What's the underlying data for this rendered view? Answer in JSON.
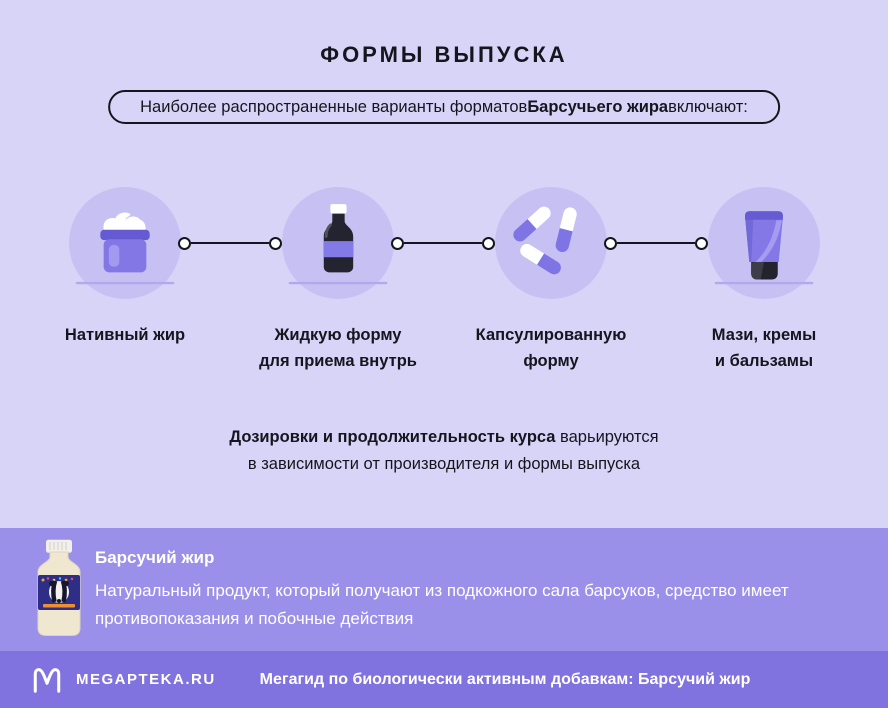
{
  "theme": {
    "page-bg": "#d8d4f7",
    "circle-bg": "#c7c1f3",
    "icon-purple": "#8177e5",
    "icon-purple-dark": "#655ad2",
    "icon-purple-light": "#a29af0",
    "icon-dark": "#232430",
    "text-dark": "#15151e",
    "band-bg": "#9b90e9",
    "footer-bg": "#8173df",
    "white": "#ffffff"
  },
  "header": {
    "title": "ФОРМЫ ВЫПУСКА"
  },
  "intro": {
    "prefix": "Наиболее распространенные варианты форматов ",
    "bold": "Барсучьего жира",
    "suffix": " включают:"
  },
  "forms": [
    {
      "icon": "cream-jar-icon",
      "line1": "Нативный жир",
      "line2": ""
    },
    {
      "icon": "medicine-bottle-icon",
      "line1": "Жидкую форму",
      "line2": "для приема внутрь"
    },
    {
      "icon": "capsules-icon",
      "line1": "Капсулированную",
      "line2": "форму"
    },
    {
      "icon": "cream-tube-icon",
      "line1": "Мази, кремы",
      "line2": "и бальзамы"
    }
  ],
  "note": {
    "bold": "Дозировки и продолжительность курса",
    "rest": " варьируются",
    "line2": "в зависимости от производителя и формы выпуска"
  },
  "product": {
    "title": "Барсучий жир",
    "description": "Натуральный продукт, который получают из подкожного сала барсуков, средство имеет противопоказания и побочные действия"
  },
  "footer": {
    "brand": "MEGAPTEKA.RU",
    "text": "Мегагид по биологически активным добавкам: Барсучий жир"
  }
}
